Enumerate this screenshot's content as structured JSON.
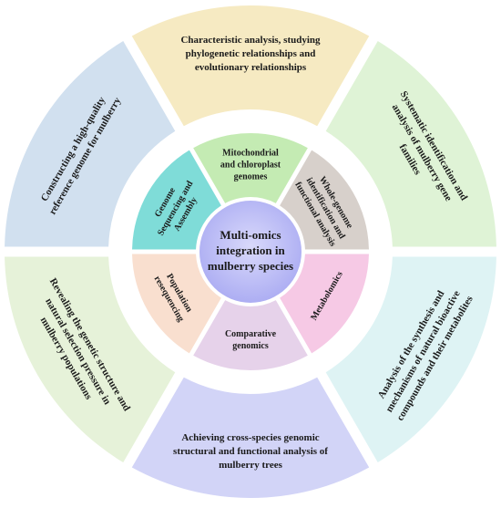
{
  "center": {
    "lines": [
      "Multi-omics",
      "integration in",
      "mulberry species"
    ],
    "color": "#a9aaf2"
  },
  "inner": [
    {
      "key": "mito",
      "lines": [
        "Mitochondrial",
        "and chloroplast",
        "genomes"
      ],
      "color": "#c4ebb3"
    },
    {
      "key": "wgi",
      "lines": [
        "Whole-genome",
        "identification and",
        "functional analysis"
      ],
      "color": "#d7d0cb"
    },
    {
      "key": "metab",
      "lines": [
        "Metabolomics"
      ],
      "color": "#f6c9e5"
    },
    {
      "key": "comp",
      "lines": [
        "Comparative",
        "genomics"
      ],
      "color": "#e6d2ea"
    },
    {
      "key": "reseq",
      "lines": [
        "Population",
        "resequencing"
      ],
      "color": "#f9dfcf"
    },
    {
      "key": "gsa",
      "lines": [
        "Genome",
        "Sequencing and",
        "Assembly"
      ],
      "color": "#7fdcd8"
    }
  ],
  "outer": [
    {
      "key": "char",
      "lines": [
        "Characteristic analysis, studying",
        "phylogenetic relationships and",
        "evolutionary relationships"
      ],
      "color": "#f6eac2"
    },
    {
      "key": "sys",
      "lines": [
        "Systematic identification and",
        "analysis of mulberry gene",
        "families"
      ],
      "color": "#dff3d6"
    },
    {
      "key": "synth",
      "lines": [
        "Analysis of the synthesis and",
        "mechanisms of natural bioactive",
        "compounds and their metabolites"
      ],
      "color": "#def3f4"
    },
    {
      "key": "cross",
      "lines": [
        "Achieving cross-species genomic",
        "structural and functional analysis of",
        "mulberry trees"
      ],
      "color": "#d2d4f7"
    },
    {
      "key": "reveal",
      "lines": [
        "Revealing the genetic structure and",
        "natural selection pressure in",
        "mulberry populations"
      ],
      "color": "#e6f2d9"
    },
    {
      "key": "construct",
      "lines": [
        "Constructing a high-quality",
        "reference genome for mulberry"
      ],
      "color": "#d1e0ef"
    }
  ]
}
